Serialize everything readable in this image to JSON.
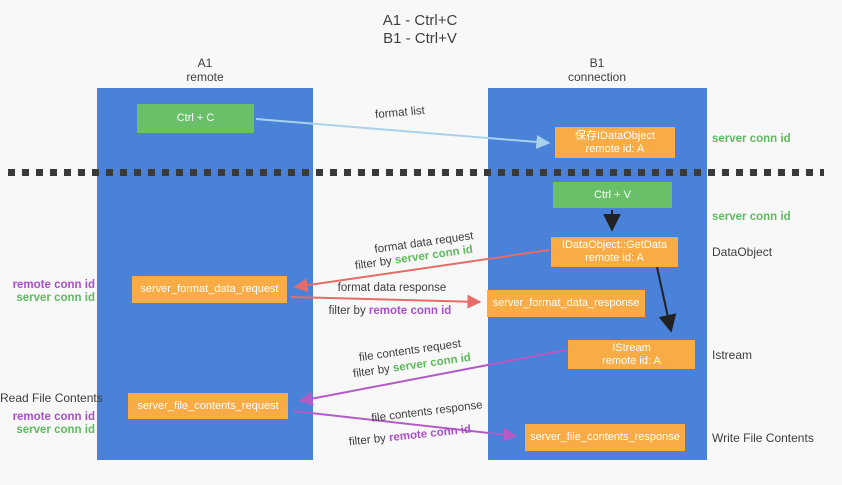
{
  "title": {
    "line1": "A1 - Ctrl+C",
    "line2": "B1 - Ctrl+V"
  },
  "lanes": {
    "left": {
      "title": "A1",
      "subtitle": "remote"
    },
    "right": {
      "title": "B1",
      "subtitle": "connection"
    }
  },
  "nodes": {
    "ctrl_c": {
      "label": "Ctrl + C"
    },
    "ctrl_v": {
      "label": "Ctrl + V"
    },
    "save_idataobject": {
      "line1": "保存IDataObject",
      "line2": "remote id: A"
    },
    "getdata": {
      "line1": "IDataObject::GetData",
      "line2": "remote id: A"
    },
    "istream": {
      "line1": "IStream",
      "line2": "remote id: A"
    },
    "format_request": {
      "label": "server_format_data_request"
    },
    "format_response": {
      "label": "server_format_data_response"
    },
    "file_request": {
      "label": "server_file_contents_request"
    },
    "file_response": {
      "label": "server_file_contents_response"
    }
  },
  "side_labels": {
    "right_server_conn_id_top": "server conn id",
    "right_server_conn_id_mid": "server conn id",
    "dataobject": "DataObject",
    "istream": "Istream",
    "write_file_contents": "Write File Contents",
    "left_remote_conn_id_top": "remote conn id",
    "left_server_conn_id_top": "server conn id",
    "read_file_contents": "Read File Contents",
    "left_remote_conn_id_bottom": "remote conn id",
    "left_server_conn_id_bottom": "server conn id"
  },
  "flow_labels": {
    "format_list": "format list",
    "format_data_request": "format data request",
    "format_data_response": "format data response",
    "file_contents_request": "file contents request",
    "file_contents_response": "file contents response",
    "filter_by_prefix": "filter by ",
    "server_conn_id": "server conn id",
    "remote_conn_id": "remote conn id"
  },
  "colors": {
    "lane_blue": "#4a82d9",
    "node_green": "#6abf69",
    "node_orange": "#f9ab45",
    "arrow_blue": "#a9d2ee",
    "arrow_red": "#e76b66",
    "arrow_purple": "#b45bc6",
    "arrow_black": "#222222",
    "text_green": "#5fba5f",
    "text_purple": "#a94fc9",
    "text_dark": "#3d3d3d",
    "background": "#f8f8f8",
    "divider": "#3a3a3a"
  }
}
